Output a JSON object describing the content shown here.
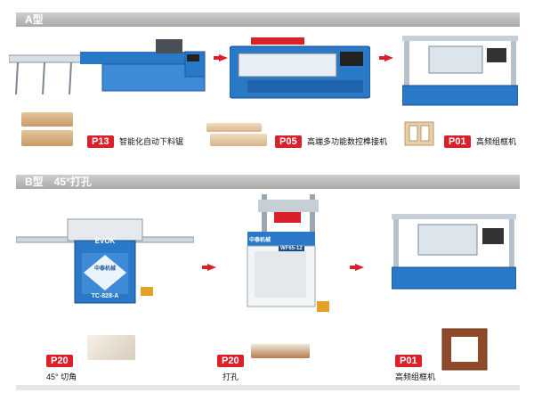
{
  "sections": {
    "a": {
      "title": "A型",
      "subtitle": ""
    },
    "b": {
      "title": "B型",
      "subtitle": "45°打孔"
    }
  },
  "products": {
    "a1": {
      "code": "P13",
      "label": "智能化自动下料锯"
    },
    "a2": {
      "code": "P05",
      "label": "高端多功能数控榫接机"
    },
    "a3": {
      "code": "P01",
      "label": "高频组框机"
    },
    "b1": {
      "code": "P20",
      "label": "45° 切角"
    },
    "b2": {
      "code": "P20",
      "label": "打孔"
    },
    "b3": {
      "code": "P01",
      "label": "高频组框机"
    }
  },
  "machine_text": {
    "evok_brand": "EVOK",
    "evok_model": "TC-828-A",
    "evok_emblem": "中泰机械",
    "wf_brand": "中泰机械",
    "wf_model": "WF65-12"
  },
  "colors": {
    "accent": "#d9202b",
    "machine_blue": "#2a78c8",
    "wood": "#c79a68"
  }
}
